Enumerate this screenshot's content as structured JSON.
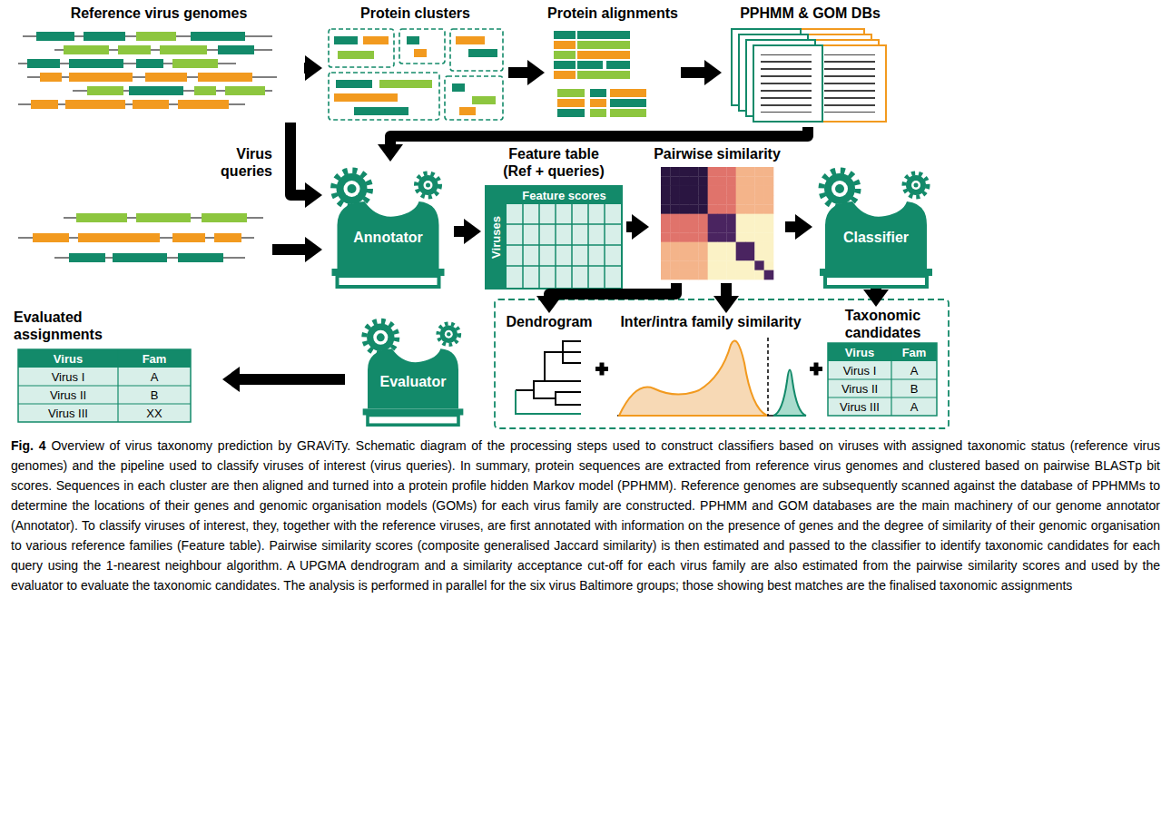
{
  "diagram": {
    "caption": "Overview of virus taxonomy prediction by GRAViTy. Schematic diagram of the processing steps used to construct classifiers based on viruses with assigned taxonomic status (reference virus genomes) and the pipeline used to classify viruses of interest (virus queries). In summary, protein sequences are extracted from reference virus genomes and clustered based on pairwise BLASTp bit scores. Sequences in each cluster are then aligned and turned into a protein profile hidden Markov model (PPHMM). Reference genomes are subsequently scanned against the database of PPHMMs to determine the locations of their genes and genomic organisation models (GOMs) for each virus family are constructed. PPHMM and GOM databases are the main machinery of our genome annotator (Annotator). To classify viruses of interest, they, together with the reference viruses, are first annotated with information on the presence of genes and the degree of similarity of their genomic organisation to various reference families (Feature table). Pairwise similarity scores (composite generalised Jaccard similarity) is then estimated and passed to the classifier to identify taxonomic candidates for each query using the 1-nearest neighbour algorithm. A UPGMA dendrogram and a similarity acceptance cut-off for each virus family are also estimated from the pairwise similarity scores and used by the evaluator to evaluate the taxonomic candidates. The analysis is performed in parallel for the six virus Baltimore groups; those showing best matches are the finalised taxonomic assignments",
    "nodes": [
      {
        "text": [
          "Reference virus genomes"
        ]
      },
      {
        "text": [
          "Protein clusters"
        ]
      },
      {
        "text": [
          "Protein alignments"
        ]
      },
      {
        "text": [
          "PPHMM & GOM DBs"
        ]
      },
      {
        "text": [
          "Virus queries"
        ]
      },
      {
        "text": [
          "Annotator"
        ]
      },
      {
        "text": [
          "Feature table (Ref + queries)"
        ]
      },
      {
        "text": [
          "Pairwise similarity"
        ]
      },
      {
        "text": [
          "Classifier"
        ]
      },
      {
        "text": [
          "Dendrogram"
        ]
      },
      {
        "text": [
          "Inter/intra family similarity"
        ]
      },
      {
        "text": [
          "Taxonomic candidates"
        ]
      },
      {
        "text": [
          "Evaluator"
        ]
      },
      {
        "text": [
          "Evaluated assignments"
        ]
      }
    ],
    "edges": [
      {
        "from": 0,
        "to": 1,
        "arrow": "to"
      },
      {
        "from": 1,
        "to": 2,
        "arrow": "to"
      },
      {
        "from": 2,
        "to": 3,
        "arrow": "to"
      },
      {
        "from": 3,
        "to": 5,
        "arrow": "to"
      },
      {
        "from": 0,
        "to": 5,
        "arrow": "to"
      },
      {
        "from": 4,
        "to": 5,
        "arrow": "to"
      },
      {
        "from": 5,
        "to": 6,
        "arrow": "to"
      },
      {
        "from": 6,
        "to": 7,
        "arrow": "to"
      },
      {
        "from": 7,
        "to": 8,
        "arrow": "to"
      },
      {
        "from": 7,
        "to": 9,
        "arrow": "to"
      },
      {
        "from": 7,
        "to": 10,
        "arrow": "to"
      },
      {
        "from": 8,
        "to": 11,
        "arrow": "to"
      },
      {
        "from": 12,
        "to": 13,
        "arrow": "to"
      }
    ],
    "labels": [
      "Feature scores",
      "Viruses",
      "Virus",
      "Fam",
      "Virus I",
      "A",
      "Virus II",
      "B",
      "Virus III",
      "A",
      "Virus",
      "Fam",
      "Virus I",
      "A",
      "Virus II",
      "B",
      "Virus III",
      "XX",
      "Fig. 4"
    ]
  }
}
